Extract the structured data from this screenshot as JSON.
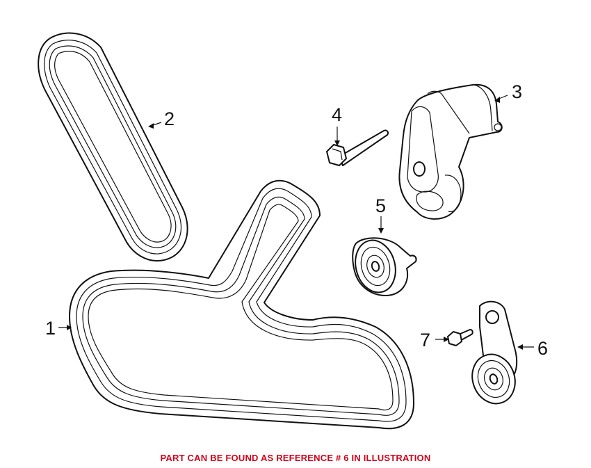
{
  "callouts": {
    "c1": "1",
    "c2": "2",
    "c3": "3",
    "c4": "4",
    "c5": "5",
    "c6": "6",
    "c7": "7"
  },
  "footer_note": "PART CAN BE FOUND AS REFERENCE # 6 IN ILLUSTRATION",
  "colors": {
    "note": "#d0021b",
    "line": "#111111"
  }
}
